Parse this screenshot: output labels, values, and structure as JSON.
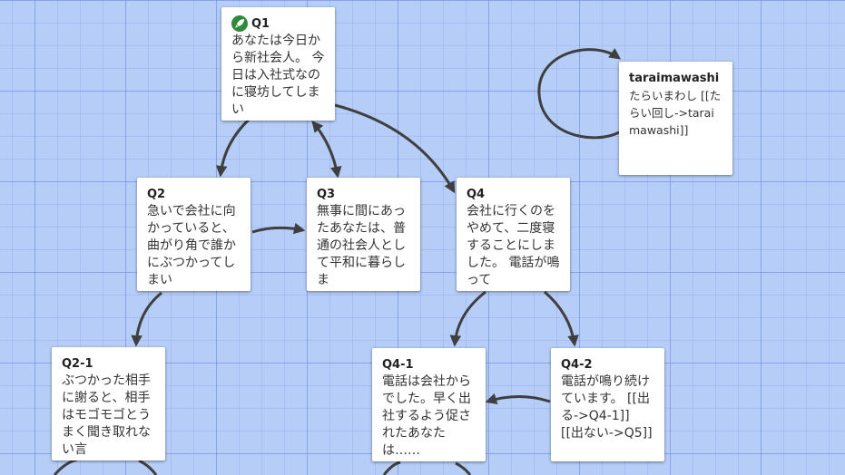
{
  "passages": [
    {
      "id": "q1",
      "title": "Q1",
      "start": true,
      "text": "あなたは今日から新社会人。 今日は入社式なのに寝坊してしまい"
    },
    {
      "id": "q2",
      "title": "Q2",
      "text": "急いで会社に向かっていると、曲がり角で誰かにぶつかってしまい"
    },
    {
      "id": "q3",
      "title": "Q3",
      "text": "無事に間にあったあなたは、普通の社会人として平和に暮らしま"
    },
    {
      "id": "q4",
      "title": "Q4",
      "text": "会社に行くのをやめて、二度寝することにしました。 電話が鳴って"
    },
    {
      "id": "q2-1",
      "title": "Q2-1",
      "text": "ぶつかった相手に謝ると、相手はモゴモゴとうまく聞き取れない言"
    },
    {
      "id": "q4-1",
      "title": "Q4-1",
      "text": "電話は会社からでした。早く出社するよう促されたあなたは……"
    },
    {
      "id": "q4-2",
      "title": "Q4-2",
      "text": "電話が鳴り続けています。 [[出る->Q4-1]] [[出ない->Q5]]"
    },
    {
      "id": "taraimawashi",
      "title": "taraimawashi",
      "text": "たらいまわし [[たらい回し->taraimawashi]]"
    }
  ],
  "icons": {
    "start": "rocket-icon"
  },
  "colors": {
    "grid_bg": "#b5cdf7",
    "arrow": "#3f3f3f",
    "start_icon": "#2e8b3a"
  }
}
